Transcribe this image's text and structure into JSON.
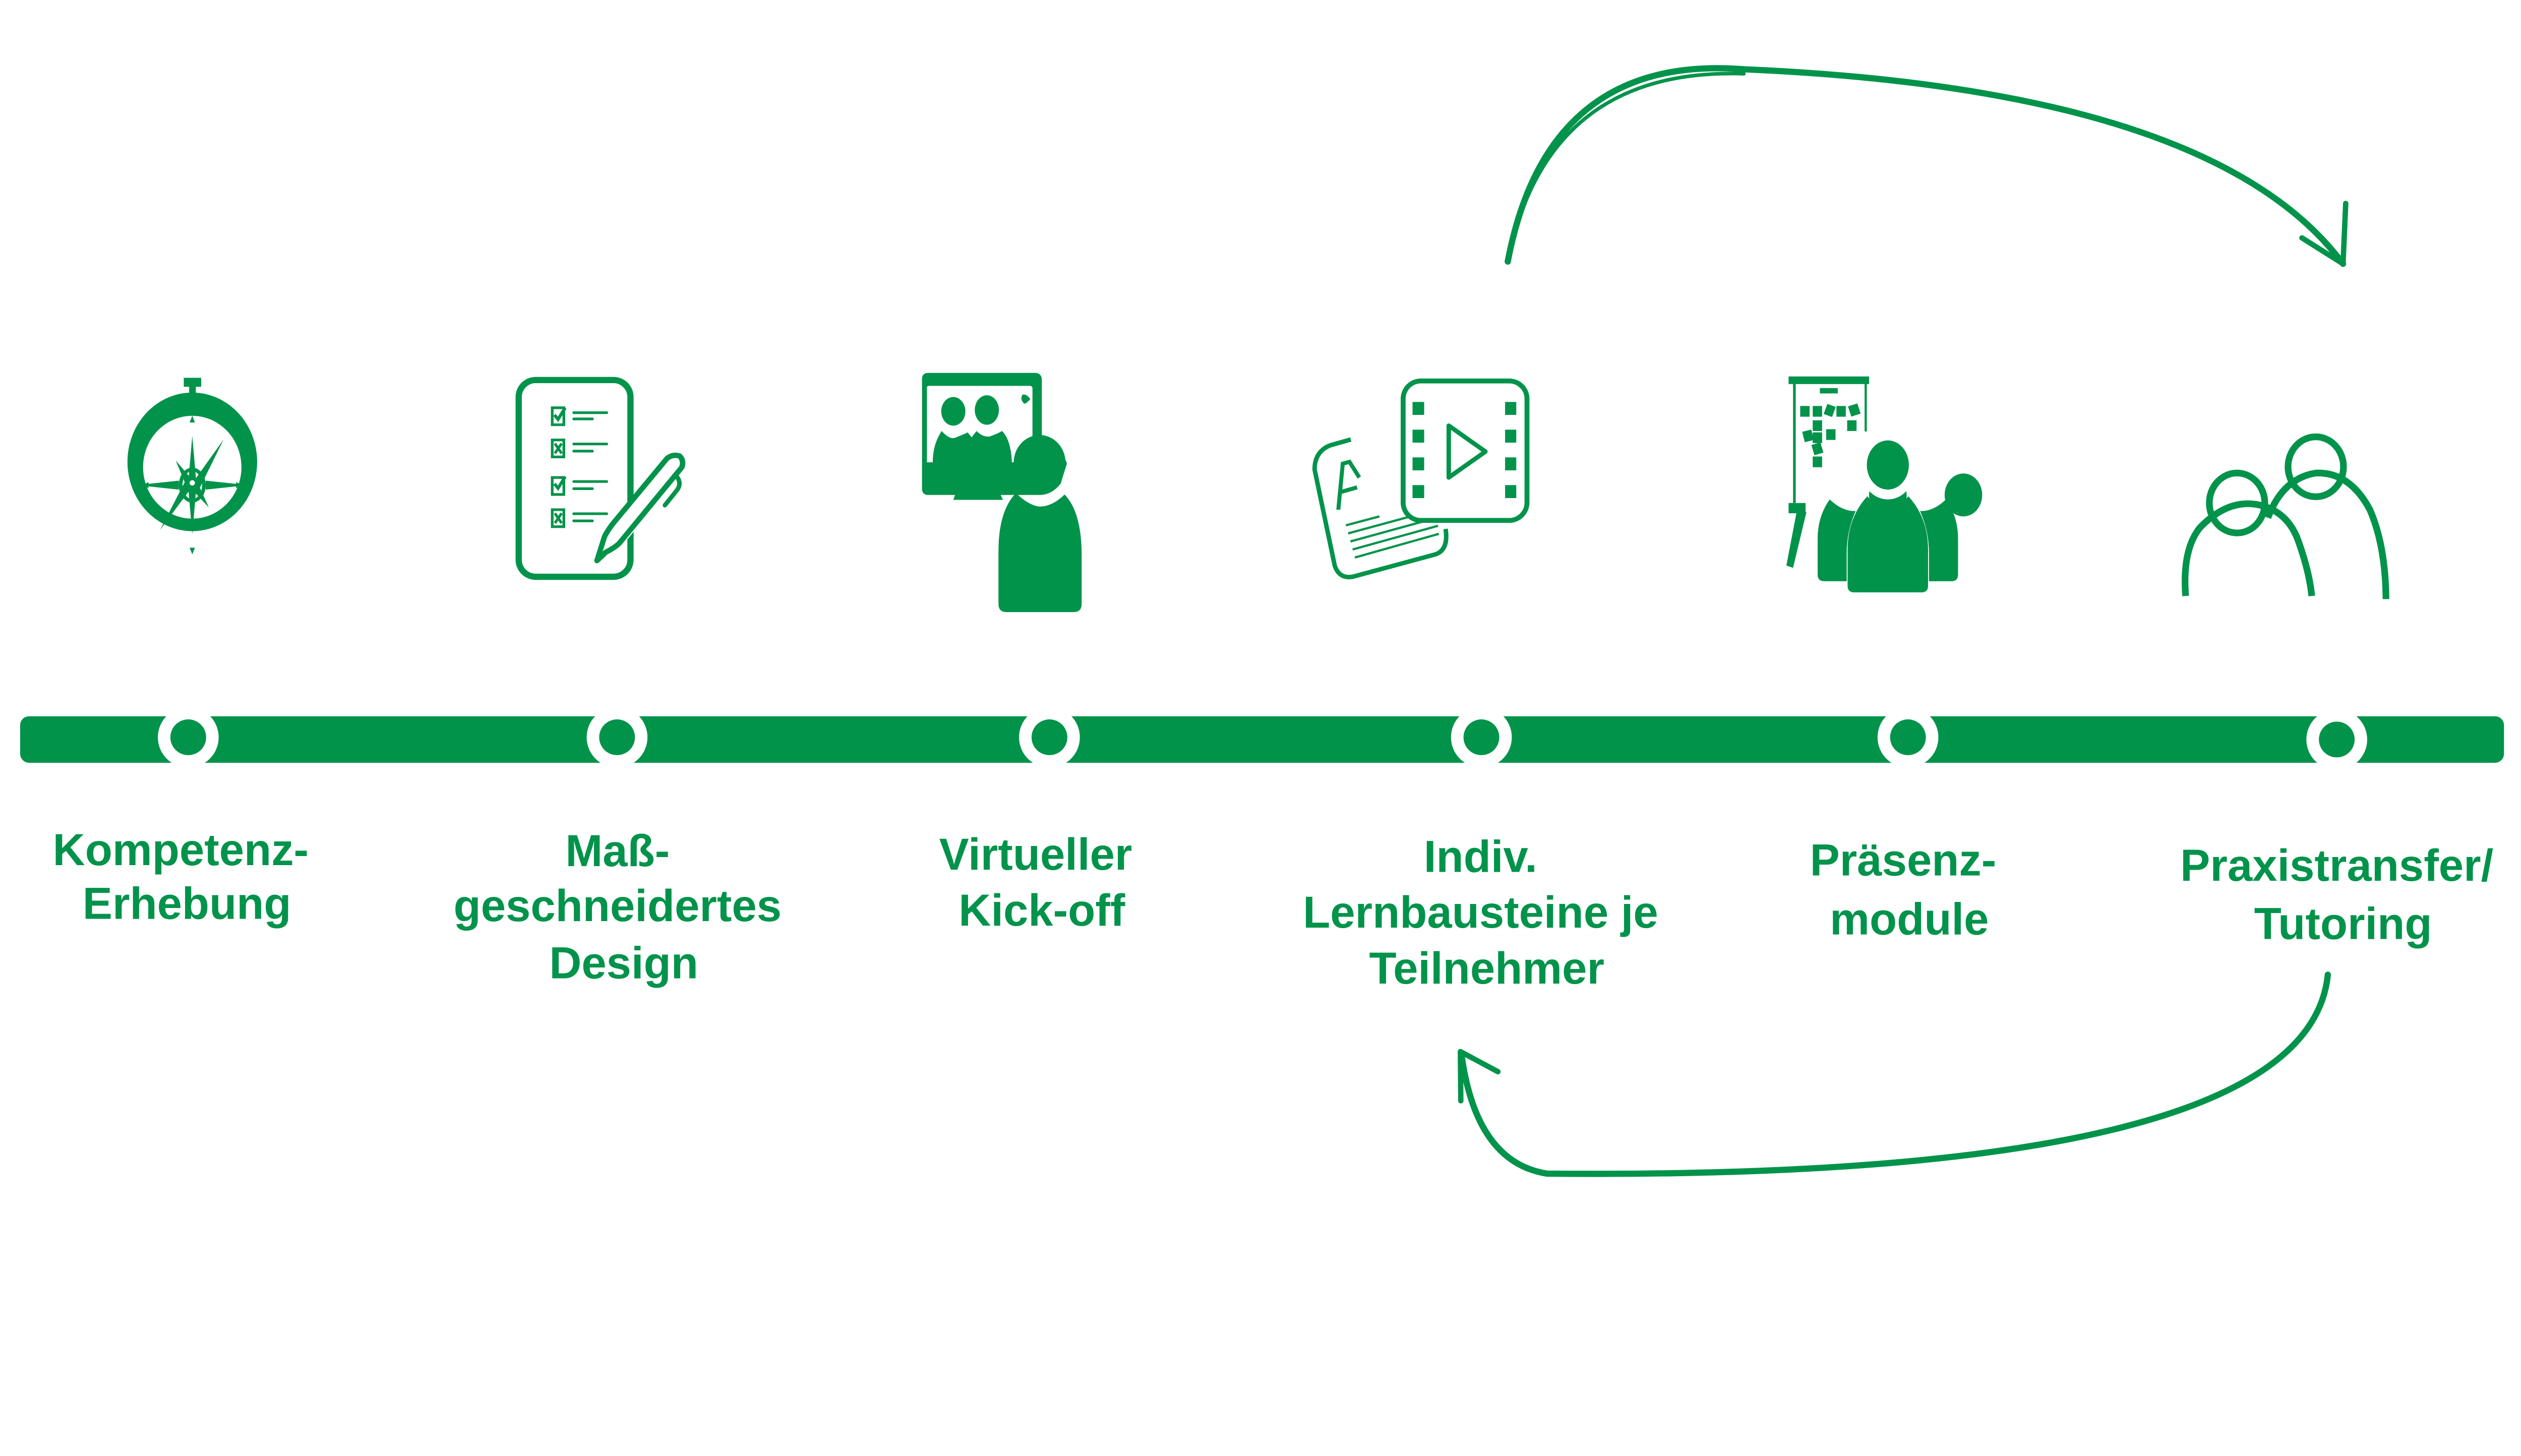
{
  "colors": {
    "accent": "#02934B",
    "background": "#FFFFFF"
  },
  "steps": [
    {
      "icon": "compass-icon",
      "label_lines": [
        "Kompetenz-",
        "Erhebung"
      ]
    },
    {
      "icon": "checklist-pen-icon",
      "label_lines": [
        "Maß-",
        "geschneidertes",
        "Design"
      ]
    },
    {
      "icon": "video-conference-icon",
      "label_lines": [
        "Virtueller",
        "Kick-off"
      ]
    },
    {
      "icon": "video-document-icon",
      "label_lines": [
        "Indiv.",
        "Lernbausteine je",
        "Teilnehmer"
      ]
    },
    {
      "icon": "group-flipchart-icon",
      "label_lines": [
        "Präsenz-",
        "module"
      ]
    },
    {
      "icon": "two-people-icon",
      "label_lines": [
        "Praxistransfer/",
        "Tutoring"
      ]
    }
  ],
  "cycle_arrows": [
    {
      "from_step": 4,
      "to_step": 6,
      "direction": "forward-over-top"
    },
    {
      "from_step": 6,
      "to_step": 4,
      "direction": "back-under-bottom"
    }
  ]
}
